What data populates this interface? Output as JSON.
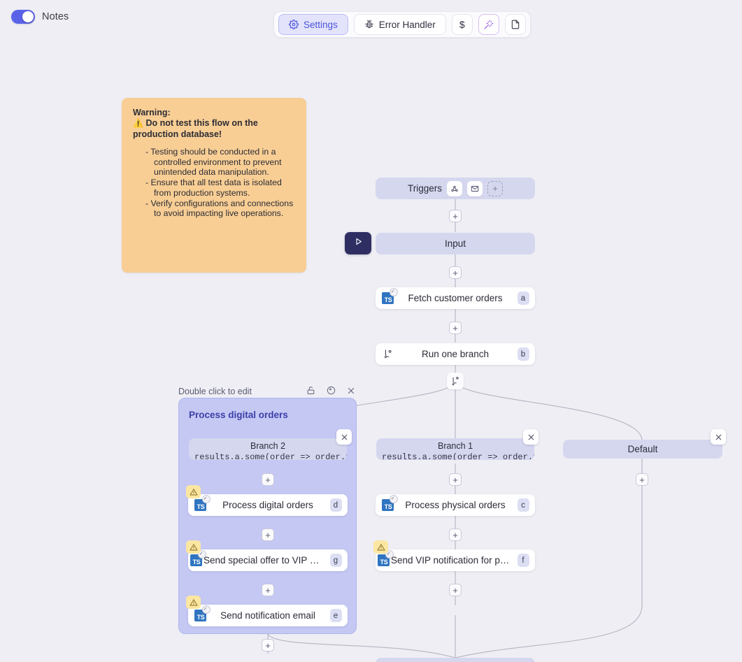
{
  "topbar": {
    "notes_toggle_label": "Notes",
    "notes_toggle_on": true,
    "buttons": [
      {
        "label": "Settings",
        "icon": "gear-icon",
        "active": true
      },
      {
        "label": "Error Handler",
        "icon": "bug-icon",
        "active": false
      },
      {
        "label": "$",
        "icon": "dollar-icon",
        "active": false
      },
      {
        "label": "",
        "icon": "magic-wand-icon",
        "active": false
      },
      {
        "label": "",
        "icon": "file-icon",
        "active": false
      }
    ]
  },
  "sticky_note": {
    "heading_line1": "Warning:",
    "heading_glyph": "⚠️",
    "heading_line2": "Do not test this flow on the production database!",
    "bullets": [
      "Testing should be conducted in a controlled environment to prevent unintended data manipulation.",
      "Ensure that all test data is isolated from production systems.",
      "Verify configurations and connections to avoid impacting live operations."
    ]
  },
  "group": {
    "hint": "Double click to edit",
    "title": "Process digital orders",
    "icons": [
      "unlock-icon",
      "palette-icon",
      "close-icon"
    ]
  },
  "flow": {
    "triggers": {
      "label": "Triggers",
      "chips": [
        "webhook-icon",
        "email-icon"
      ],
      "add_label": "+"
    },
    "input": {
      "label": "Input"
    },
    "run_button": {
      "icon": "play-icon"
    },
    "nodes": [
      {
        "label": "Fetch customer orders",
        "chip": "a",
        "icon": "ts-icon",
        "warning": false
      },
      {
        "label": "Run one branch",
        "chip": "b",
        "icon": "branch-icon",
        "warning": false
      },
      {
        "label": "Process physical orders",
        "chip": "c",
        "icon": "ts-icon",
        "warning": false
      },
      {
        "label": "Process digital orders",
        "chip": "d",
        "icon": "ts-icon",
        "warning": true
      },
      {
        "label": "Send notification email",
        "chip": "e",
        "icon": "ts-icon",
        "warning": true
      },
      {
        "label": "Send VIP notification for physical...",
        "chip": "f",
        "icon": "ts-icon",
        "warning": true
      },
      {
        "label": "Send special offer to VIP digital c...",
        "chip": "g",
        "icon": "ts-icon",
        "warning": true
      }
    ],
    "branches": [
      {
        "title": "Branch 2",
        "expression": "results.a.some(order => order.type"
      },
      {
        "title": "Branch 1",
        "expression": "results.a.some(order => order.type"
      },
      {
        "title": "Default",
        "expression": ""
      }
    ]
  },
  "colors": {
    "canvas": "#eeeef4",
    "node_lavender": "#d5d7ef",
    "group_fill": "#c4c8f3",
    "accent_indigo": "#4a52db",
    "sticky_orange": "#f8ce95",
    "warning_yellow": "#fbe6a2",
    "run_navy": "#2e2e63"
  }
}
